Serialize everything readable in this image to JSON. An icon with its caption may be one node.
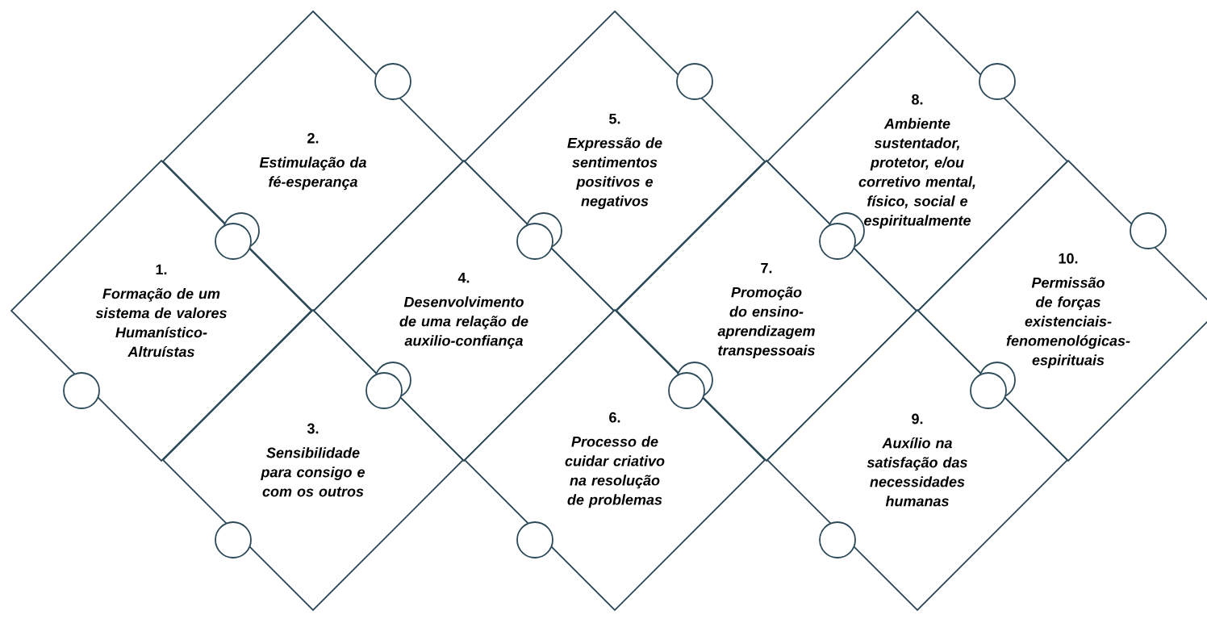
{
  "diagram": {
    "nodes": [
      {
        "text": [
          "1.",
          "Formação de um sistema de valores Humanístico-Altruístas"
        ]
      },
      {
        "text": [
          "2.",
          "Estimulação da fé-esperança"
        ]
      },
      {
        "text": [
          "3.",
          "Sensibilidade para consigo e com os outros"
        ]
      },
      {
        "text": [
          "4.",
          "Desenvolvimento de uma relação de auxilio-confiança"
        ]
      },
      {
        "text": [
          "5.",
          "Expressão de sentimentos positivos e negativos"
        ]
      },
      {
        "text": [
          "6.",
          "Processo de cuidar criativo na resolução de problemas"
        ]
      },
      {
        "text": [
          "7.",
          "Promoção do ensino-aprendizagem transpessoais"
        ]
      },
      {
        "text": [
          "8.",
          "Ambiente sustentador, protetor, e/ou corretivo mental, físico, social e espiritualmente"
        ]
      },
      {
        "text": [
          "9.",
          "Auxílio na satisfação das necessidades humanas"
        ]
      },
      {
        "text": [
          "10.",
          "Permissão de forças existenciais-fenomenológicas-espirituais"
        ]
      }
    ]
  }
}
